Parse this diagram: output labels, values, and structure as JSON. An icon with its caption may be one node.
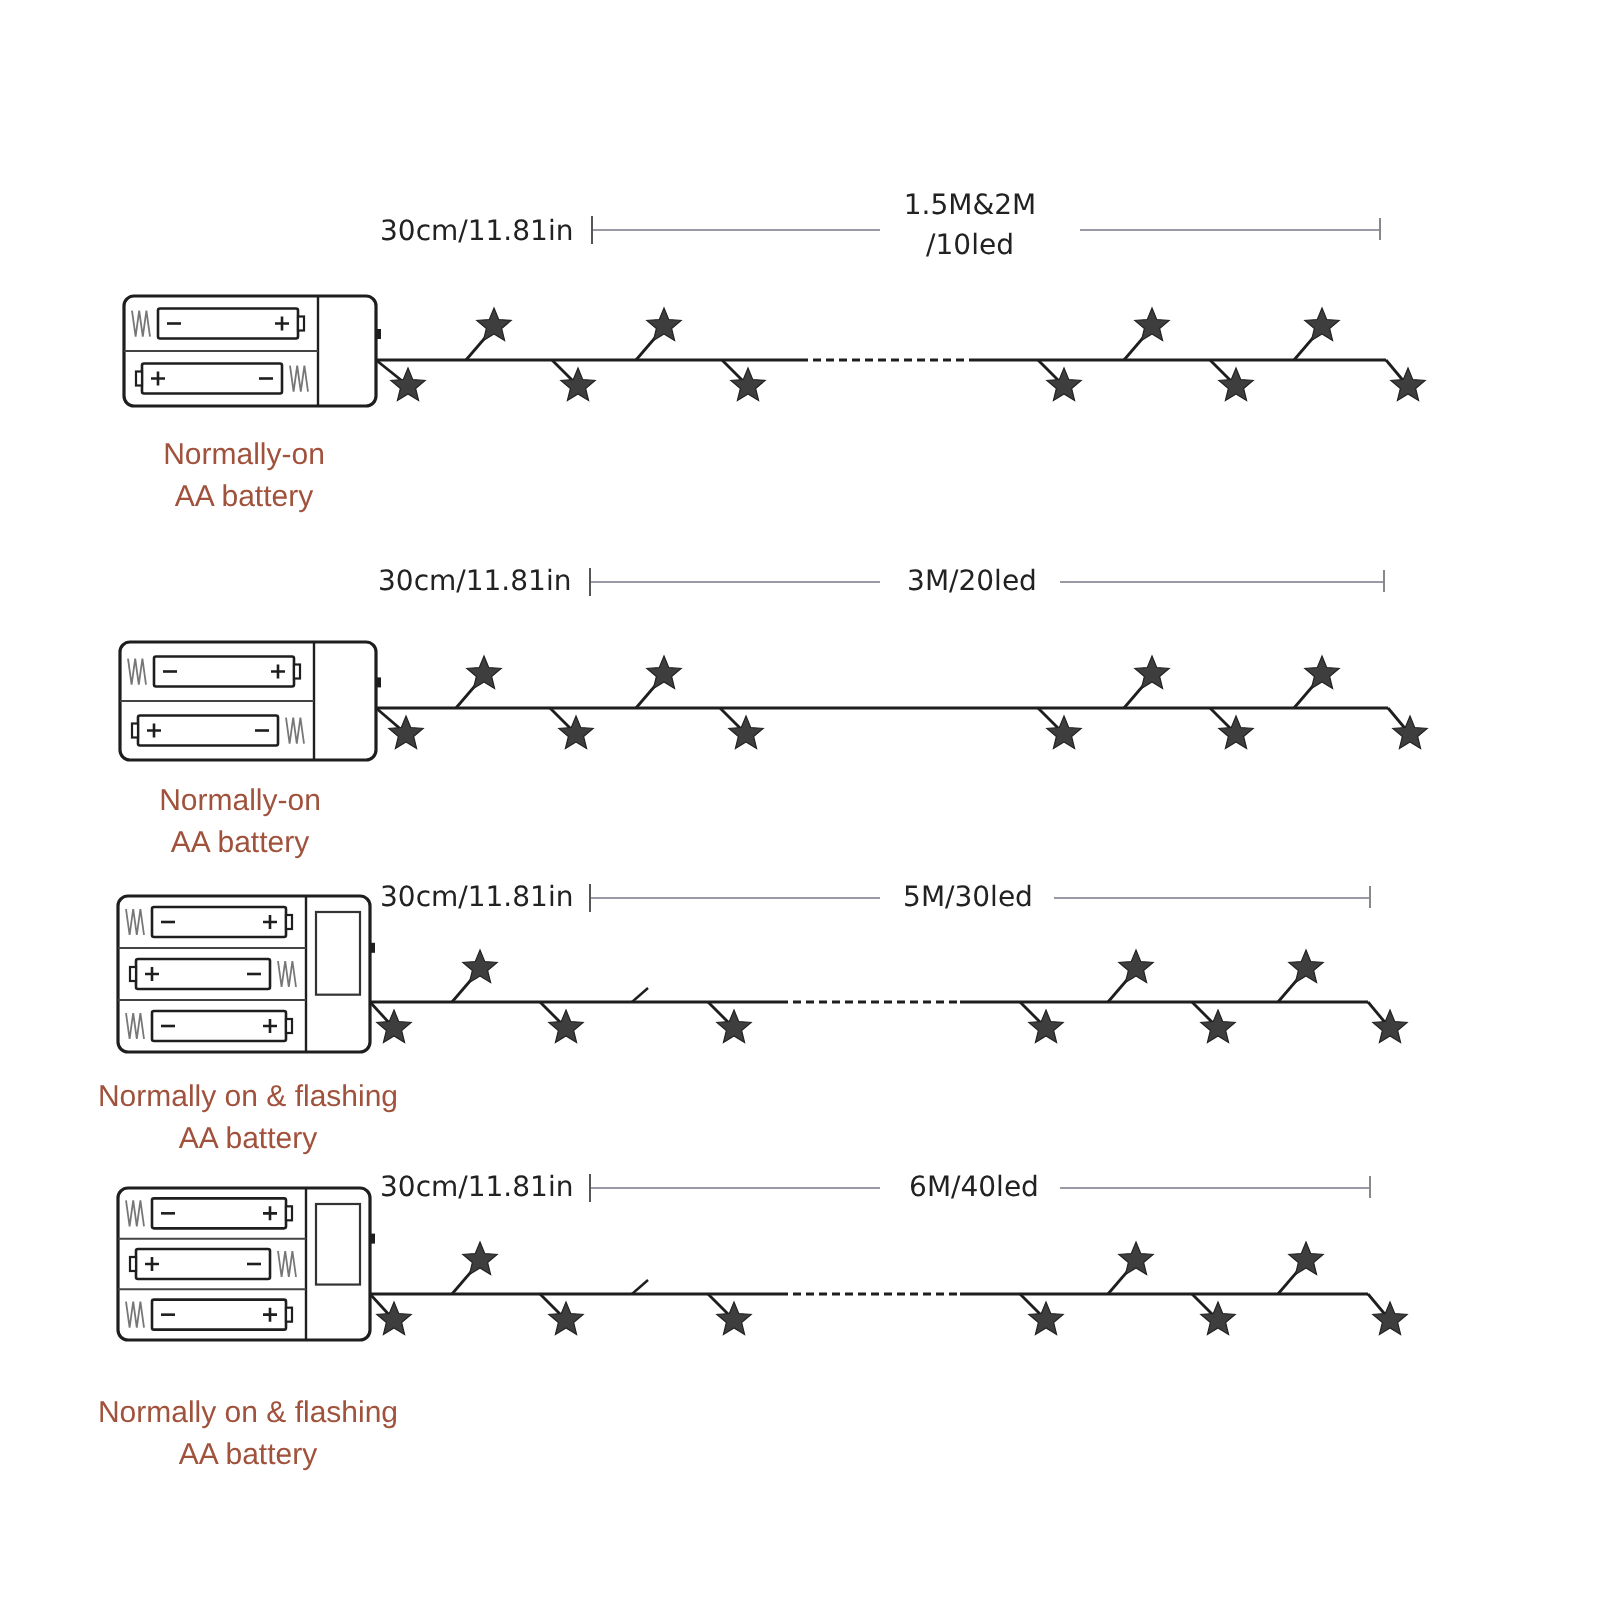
{
  "diagram": {
    "labels": [
      "30cm/11.81in",
      "1.5M&2M /10led",
      "Normally-on AA battery",
      "30cm/11.81in",
      "3M/20led",
      "Normally-on AA battery",
      "30cm/11.81in",
      "5M/30led",
      "Normally on & flashing AA battery",
      "30cm/11.81in",
      "6M/40led",
      "Normally on & flashing AA battery"
    ]
  }
}
